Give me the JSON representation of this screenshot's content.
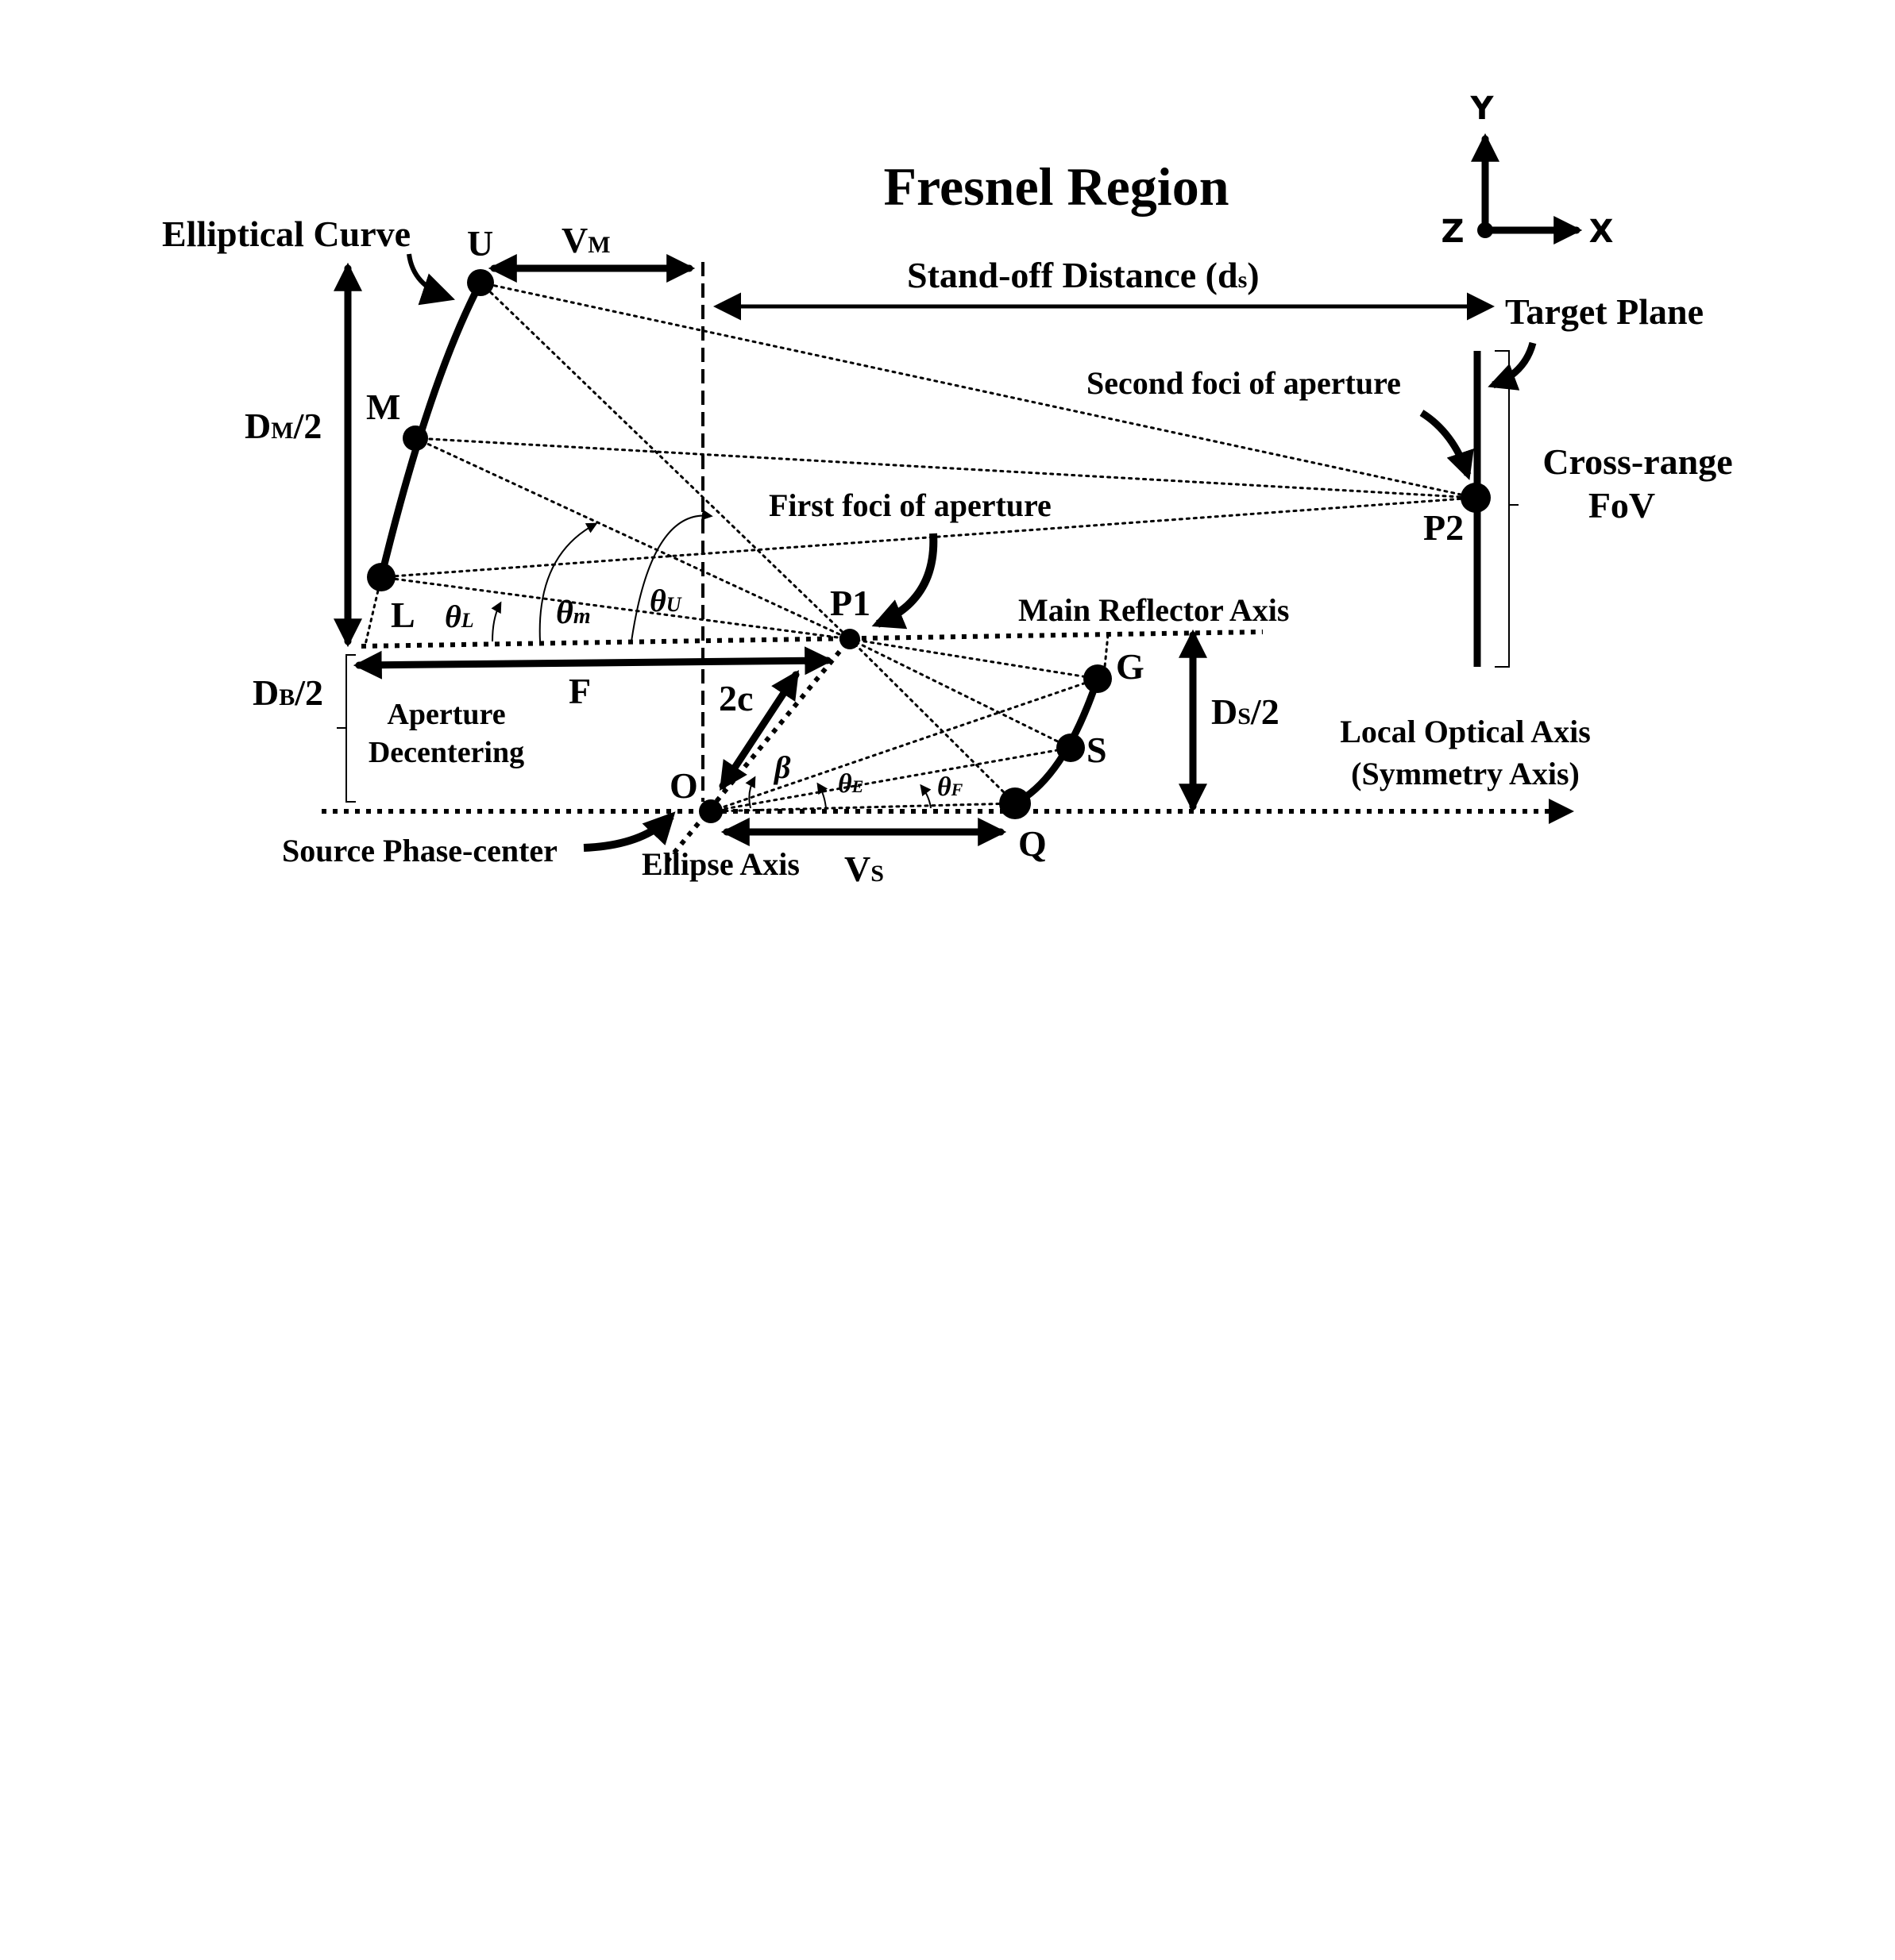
{
  "title": "Fresnel Region",
  "axes_icon": {
    "y": "Y",
    "x": "X",
    "z": "Z"
  },
  "labels": {
    "elliptical_curve": "Elliptical Curve",
    "point_u": "U",
    "point_m": "M",
    "point_l": "L",
    "point_p1": "P1",
    "point_p2": "P2",
    "point_o": "O",
    "point_g": "G",
    "point_s": "S",
    "point_q": "Q",
    "vm_main": "V",
    "vm_sub": "M",
    "standoff_main": "Stand-off Distance (d",
    "standoff_sub": "s",
    "standoff_close": ")",
    "target_plane": "Target Plane",
    "second_foci": "Second foci of aperture",
    "cross_range_1": "Cross-range",
    "cross_range_2": "FoV",
    "dm_main": "D",
    "dm_sub": "M",
    "dm_tail": "/2",
    "first_foci": "First foci of aperture",
    "theta_l_main": "θ",
    "theta_l_sub": "L",
    "theta_m_main": "θ",
    "theta_m_sub": "m",
    "theta_u_main": "θ",
    "theta_u_sub": "U",
    "main_reflector_axis": "Main Reflector Axis",
    "db_main": "D",
    "db_sub": "B",
    "db_tail": "/2",
    "f_label": "F",
    "aperture_decentering_1": "Aperture",
    "aperture_decentering_2": "Decentering",
    "two_c": "2c",
    "beta": "β",
    "theta_e_main": "θ",
    "theta_e_sub": "E",
    "theta_f_main": "θ",
    "theta_f_sub": "F",
    "ds_main": "D",
    "ds_sub": "S",
    "ds_tail": "/2",
    "local_optical_axis_1": "Local Optical Axis",
    "local_optical_axis_2": "(Symmetry Axis)",
    "source_phase_center": "Source Phase-center",
    "ellipse_axis": "Ellipse Axis",
    "vs_main": "V",
    "vs_sub": "S"
  }
}
